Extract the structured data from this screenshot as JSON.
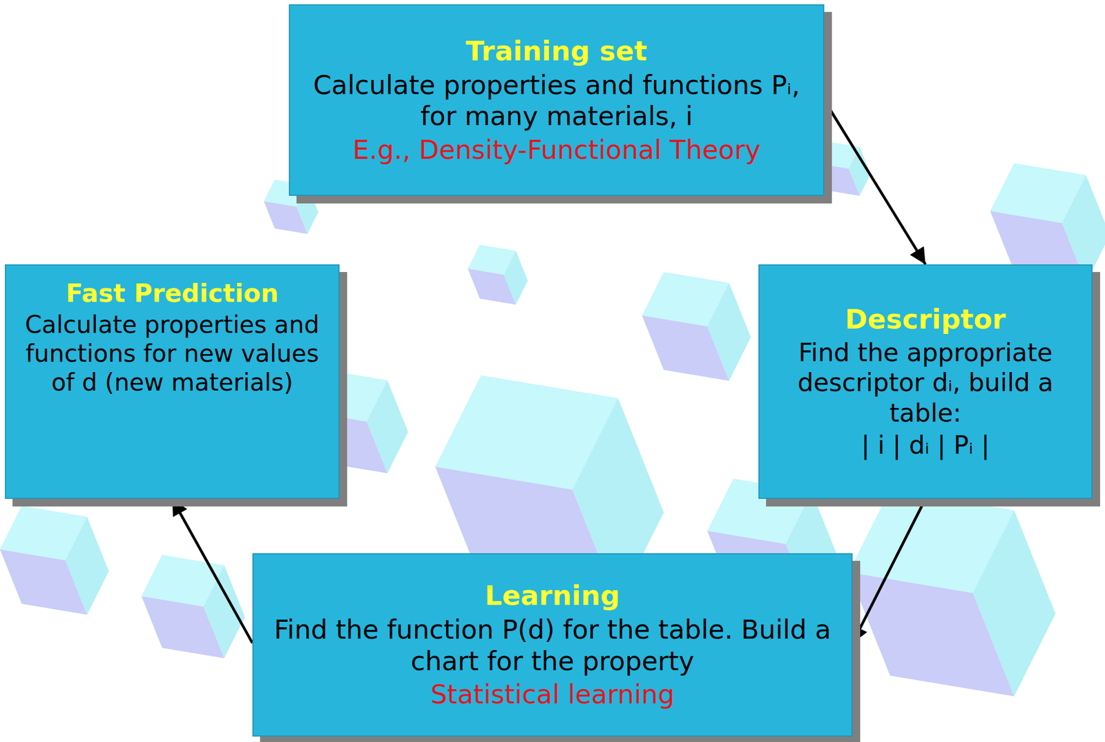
{
  "diagram": {
    "nodes": [
      {
        "text": [
          "Training set",
          "Calculate properties and functions Pᵢ, for many materials, i",
          "E.g., Density-Functional Theory"
        ]
      },
      {
        "text": [
          "Descriptor",
          "Find the appropriate descriptor dᵢ, build a table:",
          "| i | dᵢ | Pᵢ |"
        ]
      },
      {
        "text": [
          "Learning",
          "Find the function P(d) for the table. Build a chart for the property",
          "Statistical learning"
        ]
      },
      {
        "text": [
          "Fast Prediction",
          "Calculate properties and functions for new values of d (new materials)"
        ]
      }
    ],
    "edges": [
      {
        "from": 0,
        "to": 1,
        "arrow": "to"
      },
      {
        "from": 1,
        "to": 2,
        "arrow": "to"
      },
      {
        "from": 2,
        "to": 3,
        "arrow": "to"
      }
    ]
  }
}
